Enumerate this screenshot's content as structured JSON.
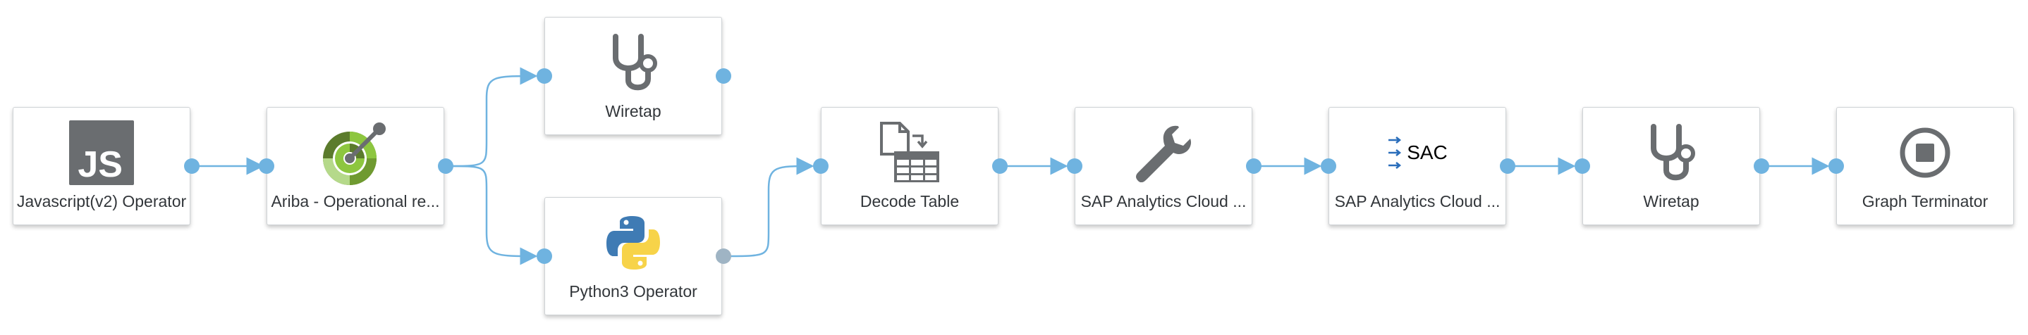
{
  "colors": {
    "edge": "#6fb3e0",
    "port": "#6fb3e0",
    "port_inactive": "#9fb4c4",
    "icon_grey": "#6a6d70"
  },
  "nodes": [
    {
      "id": "js",
      "label": "Javascript(v2) Operator",
      "icon": "js-icon"
    },
    {
      "id": "ariba",
      "label": "Ariba - Operational re...",
      "icon": "ariba-radar-icon"
    },
    {
      "id": "wiretap1",
      "label": "Wiretap",
      "icon": "stethoscope-icon"
    },
    {
      "id": "python",
      "label": "Python3 Operator",
      "icon": "python-icon"
    },
    {
      "id": "decode",
      "label": "Decode Table",
      "icon": "decode-table-icon"
    },
    {
      "id": "sac1",
      "label": "SAP Analytics Cloud ...",
      "icon": "wrench-icon"
    },
    {
      "id": "sac2",
      "label": "SAP Analytics Cloud ...",
      "icon": "sac-icon",
      "icon_text": "SAC"
    },
    {
      "id": "wiretap2",
      "label": "Wiretap",
      "icon": "stethoscope-icon"
    },
    {
      "id": "terminator",
      "label": "Graph Terminator",
      "icon": "stop-icon"
    }
  ],
  "js_icon_text": "JS",
  "edges": [
    [
      "js",
      "ariba"
    ],
    [
      "ariba",
      "wiretap1"
    ],
    [
      "ariba",
      "python"
    ],
    [
      "python",
      "decode"
    ],
    [
      "decode",
      "sac1"
    ],
    [
      "sac1",
      "sac2"
    ],
    [
      "sac2",
      "wiretap2"
    ],
    [
      "wiretap2",
      "terminator"
    ]
  ]
}
